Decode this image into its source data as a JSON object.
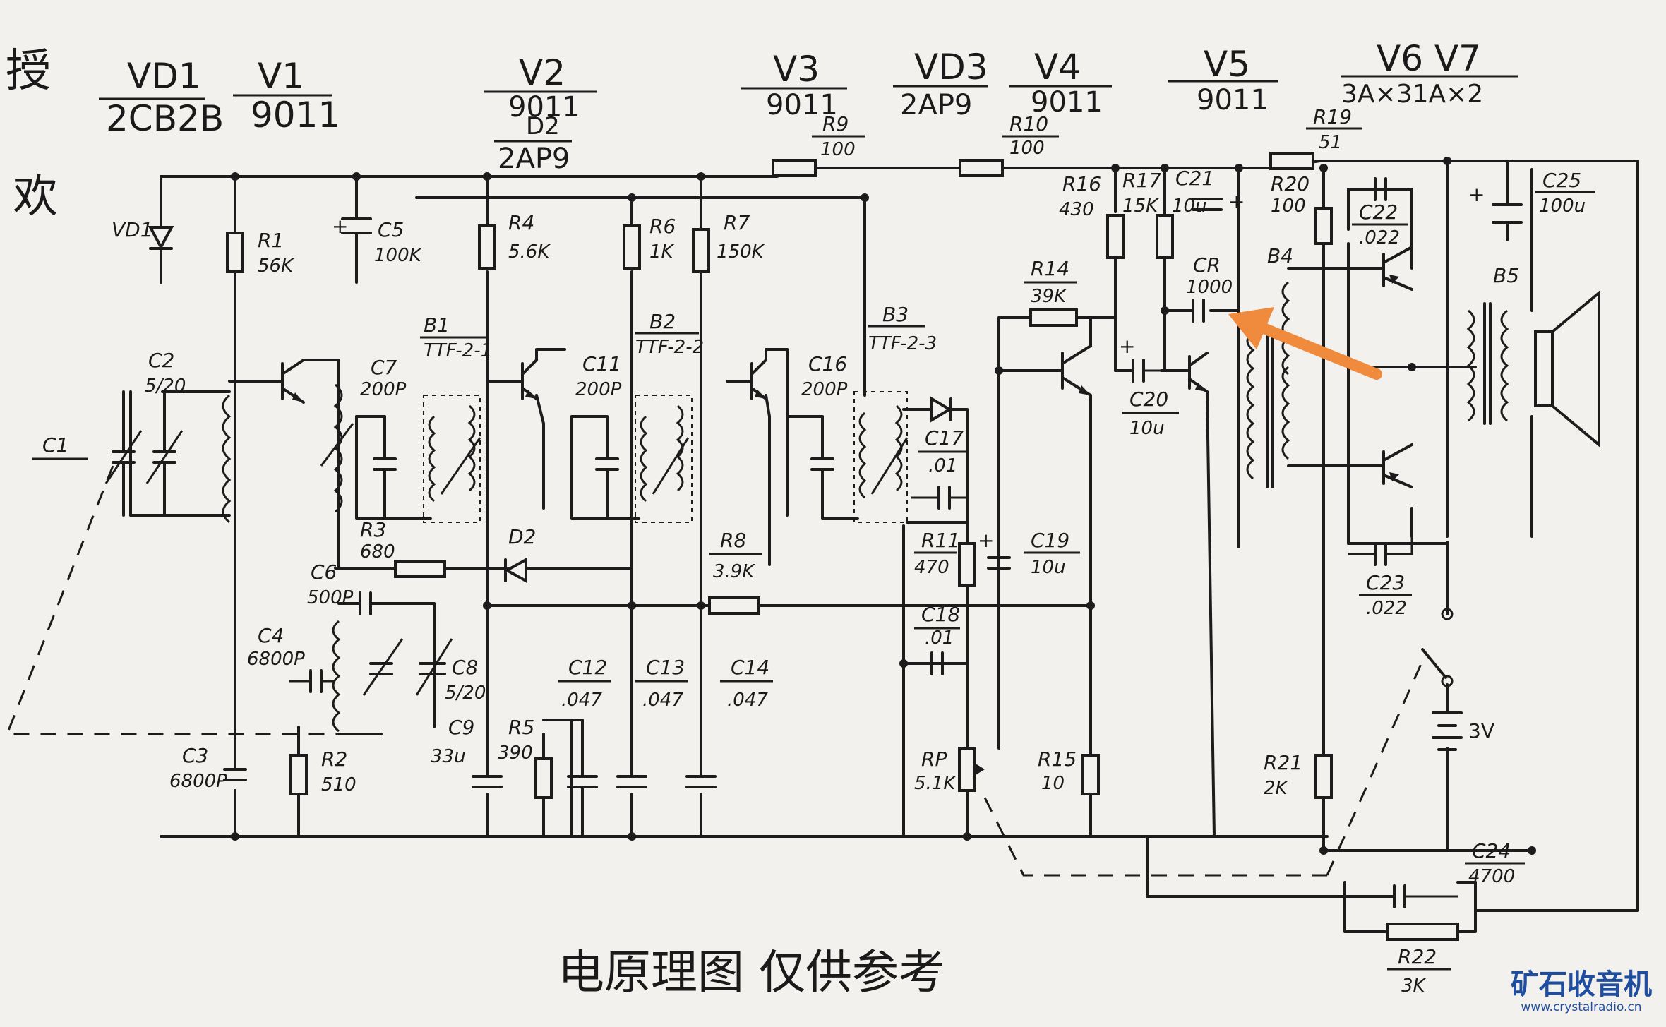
{
  "side_note": {
    "line1": "授",
    "line2": "欢"
  },
  "headers": [
    {
      "id": "vd1",
      "name": "VD1",
      "part": "2CB2B"
    },
    {
      "id": "v1",
      "name": "V1",
      "part": "9011"
    },
    {
      "id": "v2",
      "name": "V2",
      "part": "9011",
      "extra_name": "D2",
      "extra_part": "2AP9"
    },
    {
      "id": "v3",
      "name": "V3",
      "part": "9011"
    },
    {
      "id": "vd3",
      "name": "VD3",
      "part": "2AP9"
    },
    {
      "id": "v4",
      "name": "V4",
      "part": "9011"
    },
    {
      "id": "v5",
      "name": "V5",
      "part": "9011"
    },
    {
      "id": "v6v7",
      "name": "V6 V7",
      "part": "3A×31A×2"
    }
  ],
  "components": {
    "vd1": "VD1",
    "r1": {
      "ref": "R1",
      "val": "56K"
    },
    "r2": {
      "ref": "R2",
      "val": "510"
    },
    "r3": {
      "ref": "R3",
      "val": "680"
    },
    "r4": {
      "ref": "R4",
      "val": "5.6K"
    },
    "r5": {
      "ref": "R5",
      "val": "390"
    },
    "r6": {
      "ref": "R6",
      "val": "1K"
    },
    "r7": {
      "ref": "R7",
      "val": "150K"
    },
    "r8": {
      "ref": "R8",
      "val": "3.9K"
    },
    "r9": {
      "ref": "R9",
      "val": "100"
    },
    "r10": {
      "ref": "R10",
      "val": "100"
    },
    "r11": {
      "ref": "R11",
      "val": "470"
    },
    "r14": {
      "ref": "R14",
      "val": "39K"
    },
    "r15": {
      "ref": "R15",
      "val": "10"
    },
    "r16": {
      "ref": "R16",
      "val": "430"
    },
    "r17": {
      "ref": "R17",
      "val": "15K"
    },
    "r19": {
      "ref": "R19",
      "val": "51"
    },
    "r20": {
      "ref": "R20",
      "val": "100"
    },
    "r21": {
      "ref": "R21",
      "val": "2K"
    },
    "r22": {
      "ref": "R22",
      "val": "3K"
    },
    "rp": {
      "ref": "RP",
      "val": "5.1K"
    },
    "c1": {
      "ref": "C1"
    },
    "c2": {
      "ref": "C2",
      "val": "5/20"
    },
    "c3": {
      "ref": "C3",
      "val": "6800P"
    },
    "c4": {
      "ref": "C4",
      "val": "6800P"
    },
    "c5": {
      "ref": "C5",
      "val": "100K"
    },
    "c6": {
      "ref": "C6",
      "val": "500P"
    },
    "c7": {
      "ref": "C7",
      "val": "200P"
    },
    "c8": {
      "ref": "C8",
      "val": "5/20"
    },
    "c9": {
      "ref": "C9",
      "val": "33u"
    },
    "c11": {
      "ref": "C11",
      "val": "200P"
    },
    "c12": {
      "ref": "C12",
      "val": ".047"
    },
    "c13": {
      "ref": "C13",
      "val": ".047"
    },
    "c14": {
      "ref": "C14",
      "val": ".047"
    },
    "c16": {
      "ref": "C16",
      "val": "200P"
    },
    "c17": {
      "ref": "C17",
      "val": ".01"
    },
    "c18": {
      "ref": "C18",
      "val": ".01"
    },
    "c19": {
      "ref": "C19",
      "val": "10u"
    },
    "c20": {
      "ref": "C20",
      "val": "10u"
    },
    "c21": {
      "ref": "C21",
      "val": "10u"
    },
    "c22": {
      "ref": "C22",
      "val": ".022"
    },
    "c23": {
      "ref": "C23",
      "val": ".022"
    },
    "c24": {
      "ref": "C24",
      "val": "4700"
    },
    "c25": {
      "ref": "C25",
      "val": "100u"
    },
    "cr": {
      "ref": "CR",
      "val": "1000"
    },
    "b1": {
      "ref": "B1",
      "val": "TTF-2-1"
    },
    "b2": {
      "ref": "B2",
      "val": "TTF-2-2"
    },
    "b3": {
      "ref": "B3",
      "val": "TTF-2-3"
    },
    "b4": {
      "ref": "B4"
    },
    "b5": {
      "ref": "B5"
    },
    "d2": {
      "ref": "D2"
    },
    "battery": "3V"
  },
  "caption": "电原理图   仅供参考",
  "watermark": {
    "name": "矿石收音机",
    "url": "www.crystalradio.cn"
  },
  "colors": {
    "paper": "#f3f1ee",
    "ink": "#1c1c1c",
    "arrow": "#f08a3c",
    "watermark": "#1f4ea0"
  }
}
